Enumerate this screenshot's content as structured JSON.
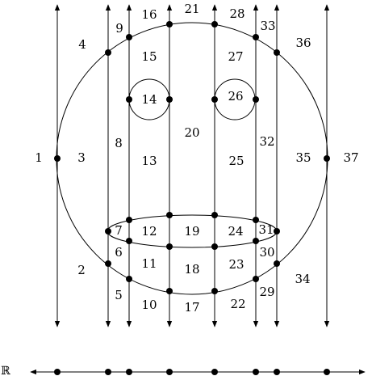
{
  "axis_label": "ℝ",
  "region_labels": [
    "1",
    "2",
    "3",
    "4",
    "5",
    "6",
    "7",
    "8",
    "9",
    "10",
    "11",
    "12",
    "13",
    "14",
    "15",
    "16",
    "17",
    "18",
    "19",
    "20",
    "21",
    "22",
    "23",
    "24",
    "25",
    "26",
    "27",
    "28",
    "29",
    "30",
    "31",
    "32",
    "33",
    "34",
    "35",
    "36",
    "37"
  ],
  "vertical_lines": 8,
  "marked_points_on_axis": 8,
  "colors": {
    "stroke": "#000000",
    "background": "#ffffff"
  }
}
